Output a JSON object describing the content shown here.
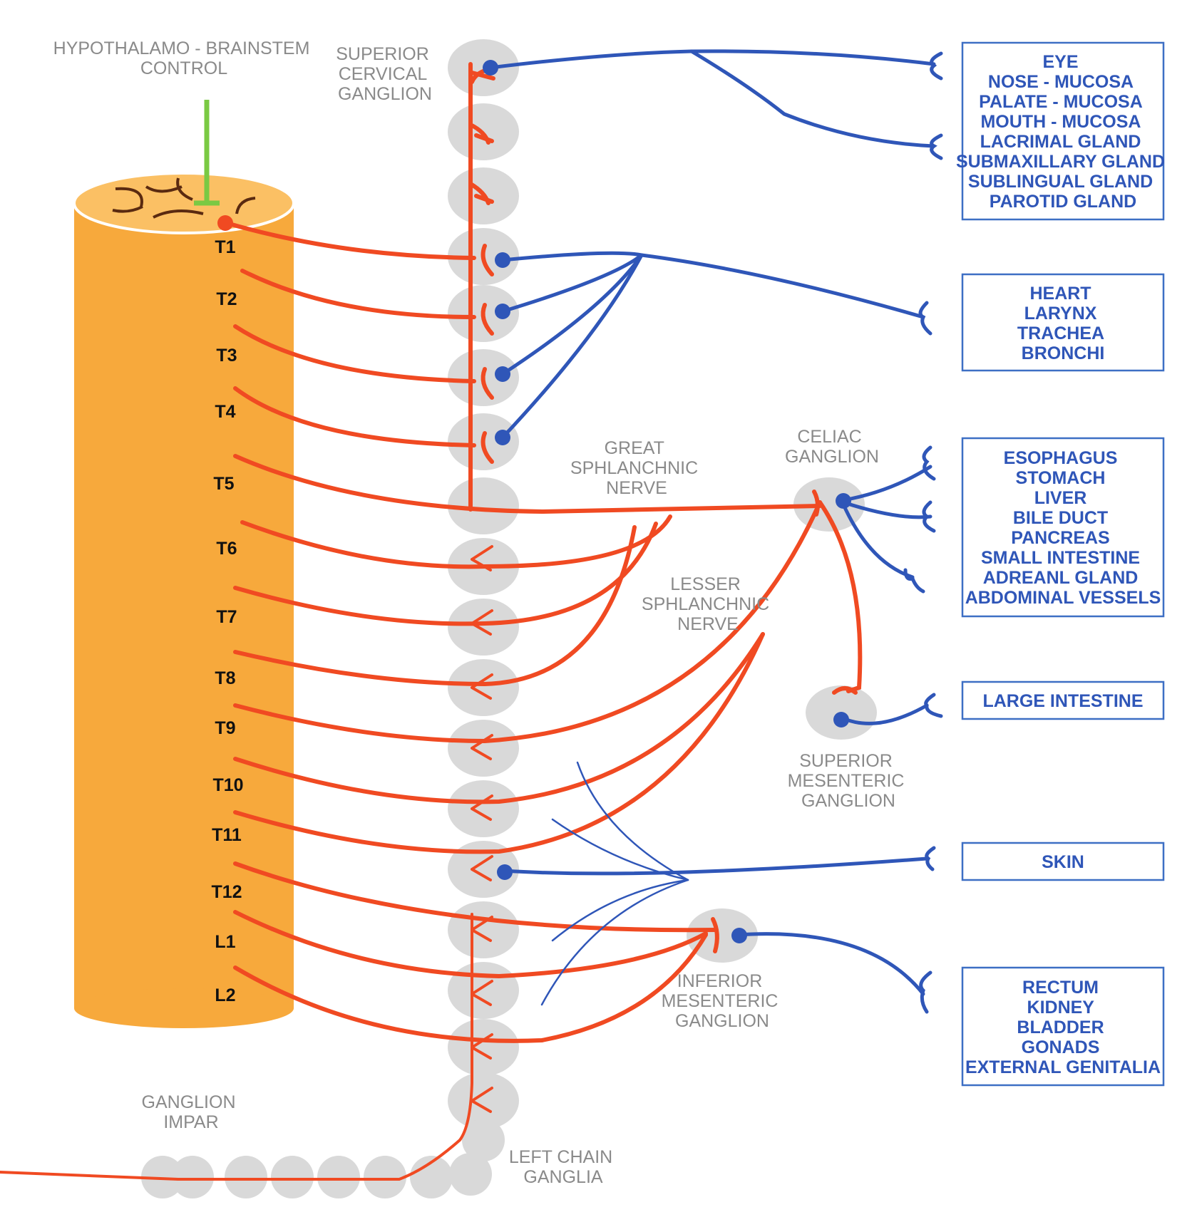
{
  "labels": {
    "control": [
      "HYPOTHALAMO - BRAINSTEM",
      "CONTROL"
    ],
    "superior_cervical": [
      "SUPERIOR",
      "CERVICAL",
      "GANGLION"
    ],
    "great_splanchnic": [
      "GREAT",
      "SPHLANCHNIC",
      "NERVE"
    ],
    "lesser_splanchnic": [
      "LESSER",
      "SPHLANCHNIC",
      "NERVE"
    ],
    "celiac": [
      "CELIAC",
      "GANGLION"
    ],
    "superior_mesenteric": [
      "SUPERIOR",
      "MESENTERIC",
      "GANGLION"
    ],
    "inferior_mesenteric": [
      "INFERIOR",
      "MESENTERIC",
      "GANGLION"
    ],
    "ganglion_impar": [
      "GANGLION",
      "IMPAR"
    ],
    "left_chain": [
      "LEFT CHAIN",
      "GANGLIA"
    ]
  },
  "segments": [
    "T1",
    "T2",
    "T3",
    "T4",
    "T5",
    "T6",
    "T7",
    "T8",
    "T9",
    "T10",
    "T11",
    "T12",
    "L1",
    "L2"
  ],
  "organ_groups": [
    [
      "EYE",
      "NOSE - MUCOSA",
      "PALATE - MUCOSA",
      "MOUTH - MUCOSA",
      "LACRIMAL GLAND",
      "SUBMAXILLARY GLAND",
      "SUBLINGUAL GLAND",
      "PAROTID GLAND"
    ],
    [
      "HEART",
      "LARYNX",
      "TRACHEA",
      "BRONCHI"
    ],
    [
      "ESOPHAGUS",
      "STOMACH",
      "LIVER",
      "BILE DUCT",
      "PANCREAS",
      "SMALL INTESTINE",
      "ADREANL GLAND",
      "ABDOMINAL VESSELS"
    ],
    [
      "LARGE INTESTINE"
    ],
    [
      "SKIN"
    ],
    [
      "RECTUM",
      "KIDNEY",
      "BLADDER",
      "GONADS",
      "EXTERNAL GENITALIA"
    ]
  ],
  "colors": {
    "spinal_cord": "#f7a93c",
    "spinal_top": "#fbc064",
    "preganglionic": "#f04a22",
    "postganglionic": "#2f56b8",
    "control_input": "#7ac943",
    "ganglion": "#d9d9d9"
  }
}
